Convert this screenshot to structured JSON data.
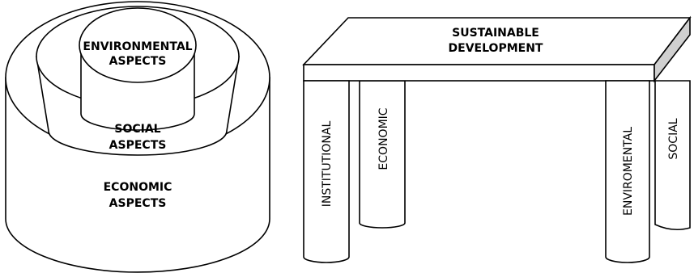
{
  "left_diagram": {
    "inner_label": {
      "line1": "ENVIRONMENTAL",
      "line2": "ASPECTS"
    },
    "middle_label": {
      "line1": "SOCIAL",
      "line2": "ASPECTS"
    },
    "outer_label": {
      "line1": "ECONOMIC",
      "line2": "ASPECTS"
    }
  },
  "right_diagram": {
    "tabletop_label": {
      "line1": "SUSTAINABLE",
      "line2": "DEVELOPMENT"
    },
    "legs": {
      "front_left": "INSTITUTIONAL",
      "back_left": "ECONOMIC",
      "front_right": "ENVIROMENTAL",
      "back_right": "SOCIAL"
    }
  },
  "colors": {
    "line": "#000000",
    "fill": "#ffffff",
    "side": "#d0d0d0"
  }
}
